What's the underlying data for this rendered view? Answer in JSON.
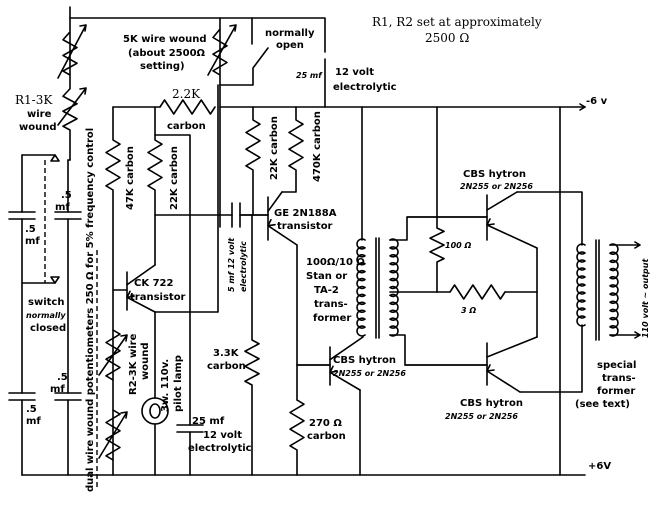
{
  "note": {
    "line1": "R1, R2  set at approximately",
    "line2": "2500 Ω"
  },
  "pot_5k": {
    "line1": "5K wire wound",
    "line2": "(about 2500Ω",
    "line3": "setting)"
  },
  "switch_open": {
    "line1": "normally",
    "line2": "open"
  },
  "cap_top": {
    "value": "25 mf",
    "line1": "12 volt",
    "line2": "electrolytic"
  },
  "rail_neg": "-6 v",
  "rail_pos": "+6V",
  "r_2_2k": {
    "value": "2.2K",
    "type": "carbon"
  },
  "r1": {
    "line1": "R1-3K",
    "line2": "wire",
    "line3": "wound"
  },
  "dual_pot": "dual wire wound potentiometers 250 Ω for 5% frequency control",
  "r_47k": "47K carbon",
  "r_22k_a": "22K carbon",
  "r_22k_b": "22K carbon",
  "r_470k": "470K carbon",
  "ge": {
    "line1": "GE 2N188A",
    "line2": "transistor"
  },
  "cap_5mf": {
    "line1": "5 mf 12 volt",
    "line2": "electrolytic"
  },
  "ck722": {
    "line1": "CK 722",
    "line2": "transistor"
  },
  "switch_closed": {
    "line1": "switch",
    "line2": "normally",
    "line3": "closed"
  },
  "caps_05": [
    ".5",
    "mf",
    ".5",
    "mf",
    ".5",
    "mf",
    ".5",
    "mf"
  ],
  "r2": {
    "line1": "R2-3K wire",
    "line2": "wound"
  },
  "lamp": {
    "line1": "3w. 110v.",
    "line2": "pilot lamp"
  },
  "cap_bottom": {
    "value": "25 mf",
    "line1": "12 volt",
    "line2": "electrolytic"
  },
  "r_3_3k": {
    "value": "3.3K",
    "type": "carbon"
  },
  "r_270": {
    "value": "270 Ω",
    "type": "carbon"
  },
  "xfmr1": [
    "100Ω/10 Ω",
    "Stan or",
    "TA-2",
    "trans-",
    "former"
  ],
  "cbs_top": {
    "line1": "CBS hytron",
    "line2": "2N255 or 2N256"
  },
  "cbs_mid": {
    "line1": "CBS hytron",
    "line2": "2N255 or 2N256"
  },
  "cbs_bottom": {
    "line1": "CBS hytron",
    "line2": "2N255 or 2N256"
  },
  "r_100": "100 Ω",
  "r_3": "3 Ω",
  "output": "110 volt ~ output",
  "xfmr2": [
    "special",
    "trans-",
    "former",
    "(see text)"
  ]
}
